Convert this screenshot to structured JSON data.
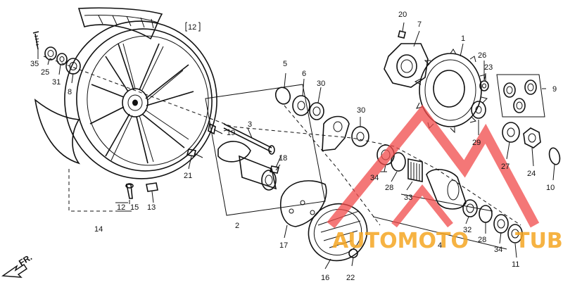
{
  "diagram": {
    "part_labels": [
      {
        "id": "p1",
        "text": "1"
      },
      {
        "id": "p2",
        "text": "2"
      },
      {
        "id": "p3",
        "text": "3"
      },
      {
        "id": "p4",
        "text": "4"
      },
      {
        "id": "p5",
        "text": "5"
      },
      {
        "id": "p6",
        "text": "6"
      },
      {
        "id": "p7",
        "text": "7"
      },
      {
        "id": "p8",
        "text": "8"
      },
      {
        "id": "p9",
        "text": "9"
      },
      {
        "id": "p10",
        "text": "10"
      },
      {
        "id": "p11",
        "text": "11"
      },
      {
        "id": "p12a",
        "text": "12"
      },
      {
        "id": "p12b",
        "text": "12"
      },
      {
        "id": "p13",
        "text": "13"
      },
      {
        "id": "p14",
        "text": "14"
      },
      {
        "id": "p15",
        "text": "15"
      },
      {
        "id": "p16",
        "text": "16"
      },
      {
        "id": "p17",
        "text": "17"
      },
      {
        "id": "p18",
        "text": "18"
      },
      {
        "id": "p19",
        "text": "19"
      },
      {
        "id": "p20",
        "text": "20"
      },
      {
        "id": "p21",
        "text": "21"
      },
      {
        "id": "p22",
        "text": "22"
      },
      {
        "id": "p23",
        "text": "23"
      },
      {
        "id": "p24",
        "text": "24"
      },
      {
        "id": "p25",
        "text": "25"
      },
      {
        "id": "p26",
        "text": "26"
      },
      {
        "id": "p27",
        "text": "27"
      },
      {
        "id": "p28a",
        "text": "28"
      },
      {
        "id": "p28b",
        "text": "28"
      },
      {
        "id": "p29",
        "text": "29"
      },
      {
        "id": "p30a",
        "text": "30"
      },
      {
        "id": "p30b",
        "text": "30"
      },
      {
        "id": "p31",
        "text": "31"
      },
      {
        "id": "p32",
        "text": "32"
      },
      {
        "id": "p33",
        "text": "33"
      },
      {
        "id": "p34a",
        "text": "34"
      },
      {
        "id": "p34b",
        "text": "34"
      },
      {
        "id": "p35",
        "text": "35"
      }
    ],
    "direction_label": "FR.",
    "watermark": {
      "text_left": "AUTOMOTO",
      "text_right": "TUB",
      "color_red": "#f04a4a",
      "color_orange": "#f5a623"
    }
  }
}
